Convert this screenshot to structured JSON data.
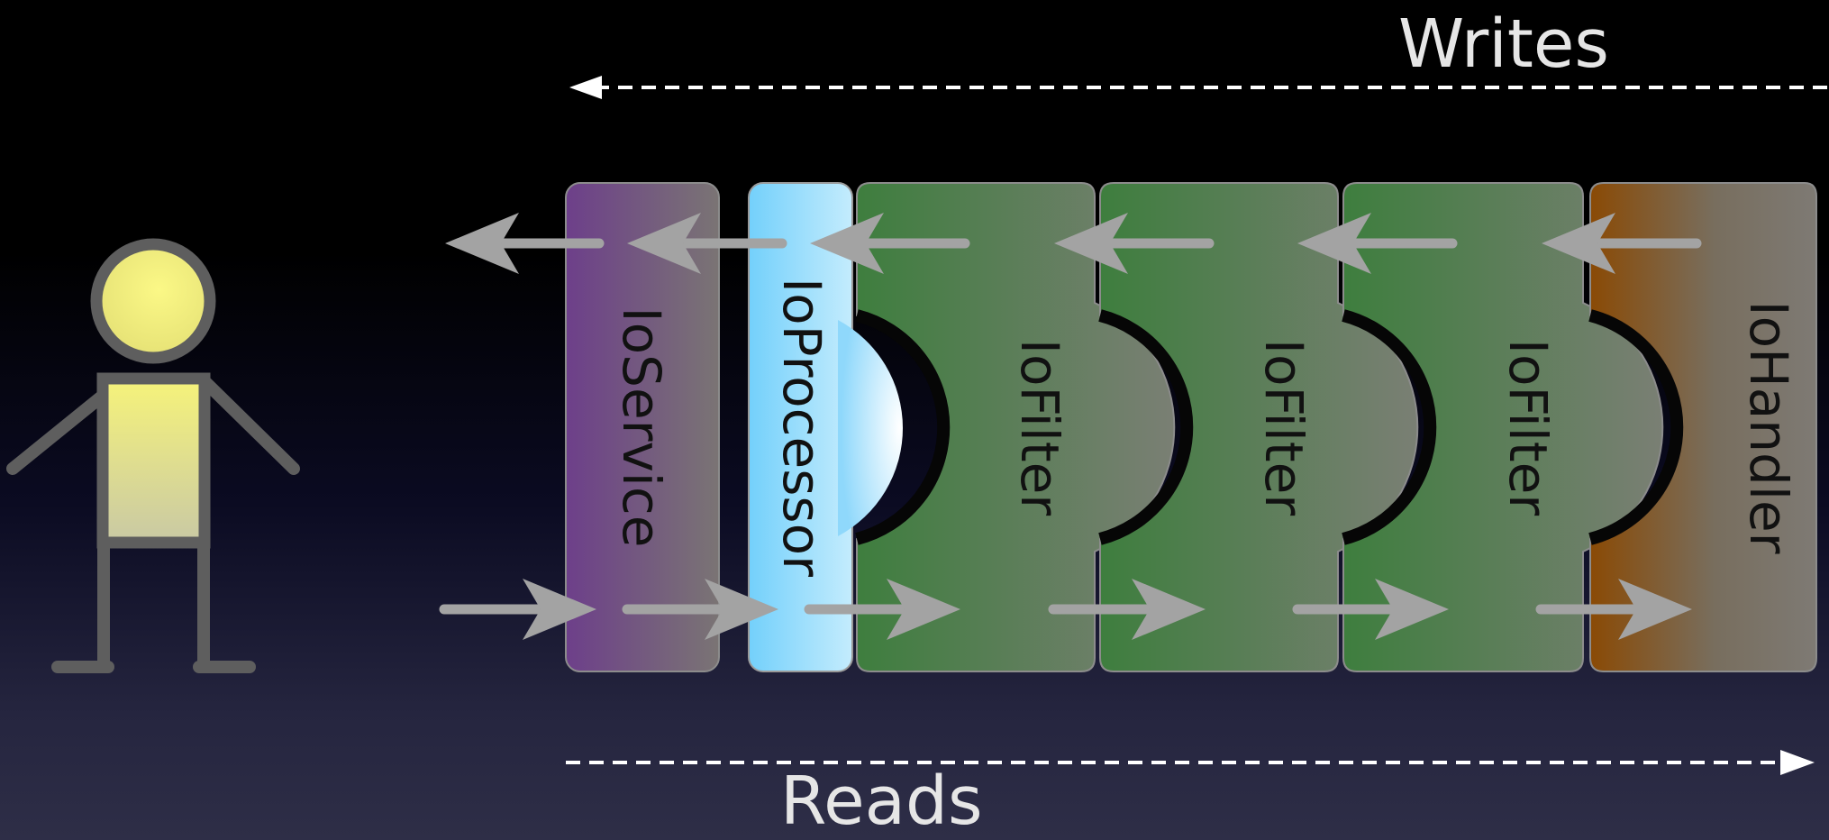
{
  "labels": {
    "writes": "Writes",
    "reads": "Reads"
  },
  "components": [
    {
      "name": "IoService",
      "color": "#6e4f86"
    },
    {
      "name": "IoProcessor",
      "color": "#7fd4f8"
    },
    {
      "name": "IoFilter",
      "color": "#3f7a3f"
    },
    {
      "name": "IoFilter",
      "color": "#3f7a3f"
    },
    {
      "name": "IoFilter",
      "color": "#3f7a3f"
    },
    {
      "name": "IoHandler",
      "color": "#8a4d0e"
    }
  ],
  "colors": {
    "arrow": "#9b9b9b",
    "dashed_line": "#ffffff",
    "figure_outline": "#5e5e5e",
    "figure_fill": "#f2ee80"
  },
  "icons": {
    "user": "stick-figure-icon"
  }
}
